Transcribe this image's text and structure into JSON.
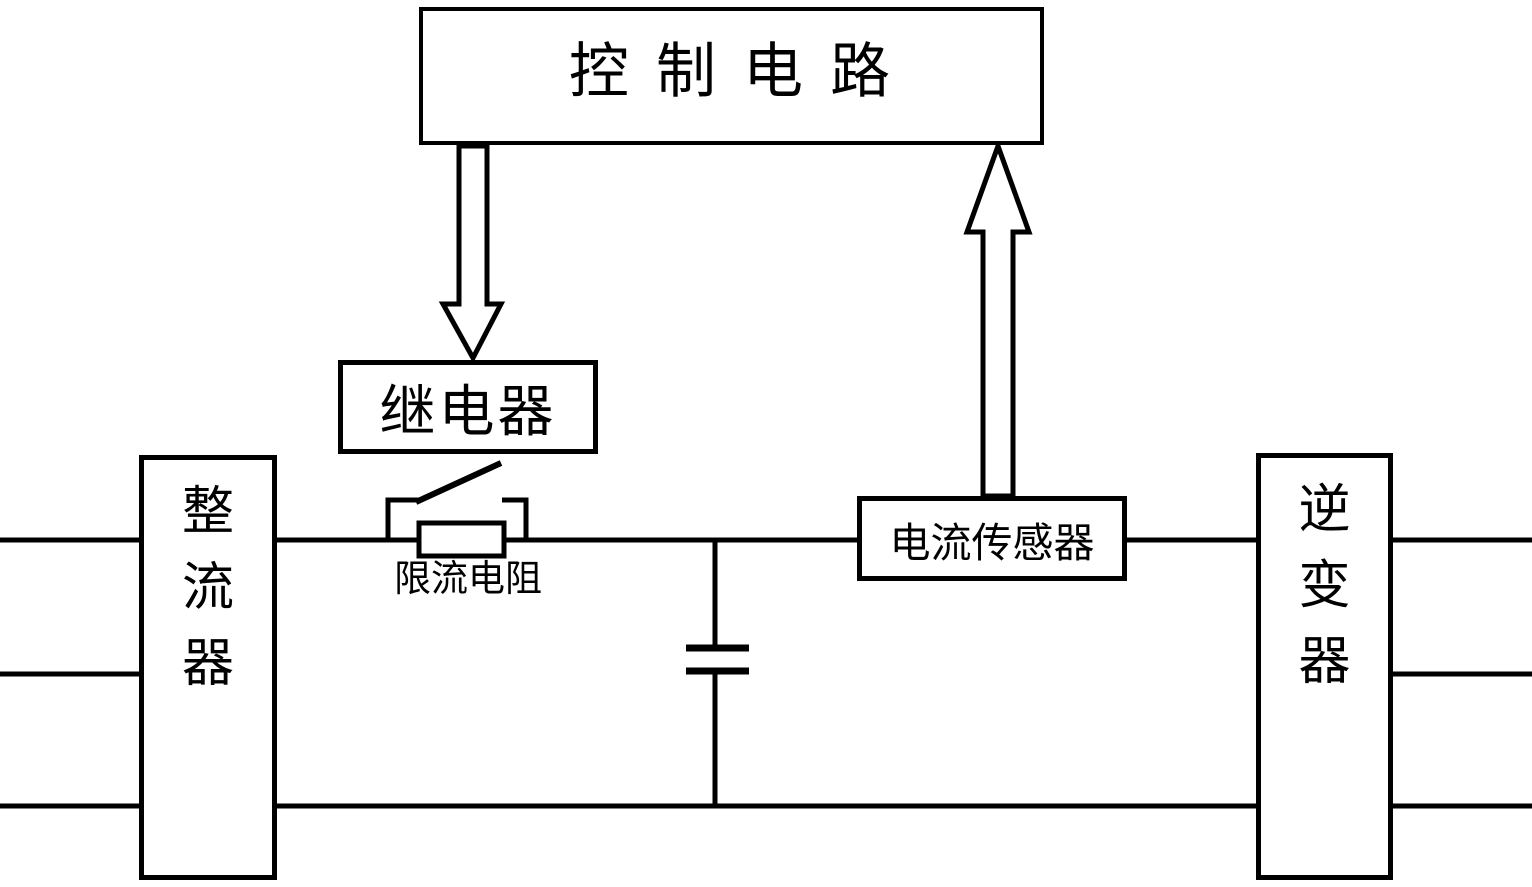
{
  "diagram": {
    "background": "#ffffff",
    "line_color": "#000000",
    "blocks": {
      "control_circuit": {
        "label": "控 制 电 路"
      },
      "relay": {
        "label": "继电器"
      },
      "rectifier": {
        "label": "整流器"
      },
      "inverter": {
        "label": "逆变器"
      },
      "current_sensor": {
        "label": "电流传感器"
      },
      "current_limit_resistor": {
        "label": "限流电阻"
      }
    },
    "connections": [
      {
        "from": "控制电路",
        "to": "继电器",
        "style": "hollow-arrow-down"
      },
      {
        "from": "电流传感器",
        "to": "控制电路",
        "style": "hollow-arrow-up"
      },
      {
        "from": "整流器",
        "to": "逆变器",
        "style": "dc-bus-with-relay-bypass-resistor-and-capacitor"
      }
    ],
    "ports": {
      "rectifier_left_inputs": 3,
      "rectifier_right_outputs": 2,
      "inverter_left_inputs": 2,
      "inverter_right_outputs": 3
    }
  }
}
